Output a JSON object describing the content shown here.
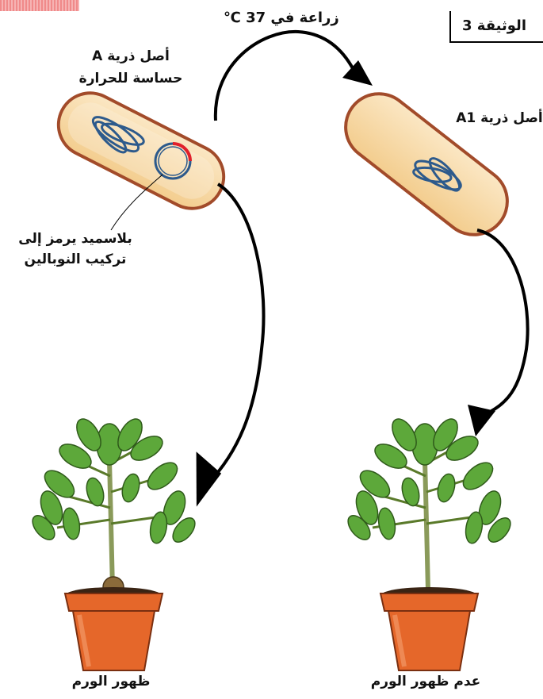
{
  "document_label": "الوثيقة 3",
  "culture_label": "زراعة في 37 ℃",
  "strain_a": {
    "line1": "أصل ذرية A",
    "line2": "حساسة للحرارة"
  },
  "strain_a1": {
    "label": "أصل ذرية A1"
  },
  "plasmid_label": {
    "line1": "بلاسميد يرمز إلى",
    "line2": "تركيب النوبالين"
  },
  "result_left": "ظهور الورم",
  "result_right": "عدم ظهور الورم",
  "colors": {
    "bacterium_fill": "#f7dcaa",
    "bacterium_border": "#a24b2a",
    "chromosome": "#2d5a8c",
    "plasmid_segment": "#e0202b",
    "leaf": "#5da83a",
    "pot": "#e5672a",
    "tumor": "#8a6a3a"
  }
}
